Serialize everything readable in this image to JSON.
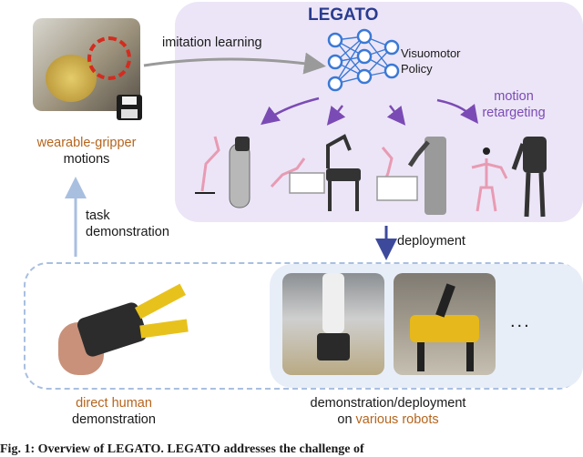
{
  "title": "LEGATO",
  "policy": {
    "line1": "Visuomotor",
    "line2": "Policy"
  },
  "labels": {
    "imitation_learning": "imitation learning",
    "motion_retargeting_1": "motion",
    "motion_retargeting_2": "retargeting",
    "wearable_gripper_1": "wearable-gripper",
    "wearable_gripper_2": "motions",
    "task_demo_1": "task",
    "task_demo_2": "demonstration",
    "deployment": "deployment",
    "direct_human_1": "direct human",
    "direct_human_2": "demonstration",
    "demo_deploy_1": "demonstration/deployment",
    "demo_deploy_2a": "on ",
    "demo_deploy_2b": "various robots",
    "ellipsis": "...",
    "caption": "Fig. 1: Overview of LEGATO. LEGATO addresses the challenge of"
  },
  "colors": {
    "purple_panel": "#ece5f7",
    "purple_arrow": "#7b4bb5",
    "highlight_orange": "#b5651d",
    "blue_arrow": "#a9bfe0",
    "deploy_arrow": "#3d4a9c",
    "network_node": "#3a79d6"
  },
  "icons": [
    "gripper-photo",
    "floppy-disk-icon",
    "neural-network-icon",
    "robot-kinematic-diagram",
    "human-gripper-photo",
    "robot-arm-photo",
    "quadruped-photo"
  ]
}
